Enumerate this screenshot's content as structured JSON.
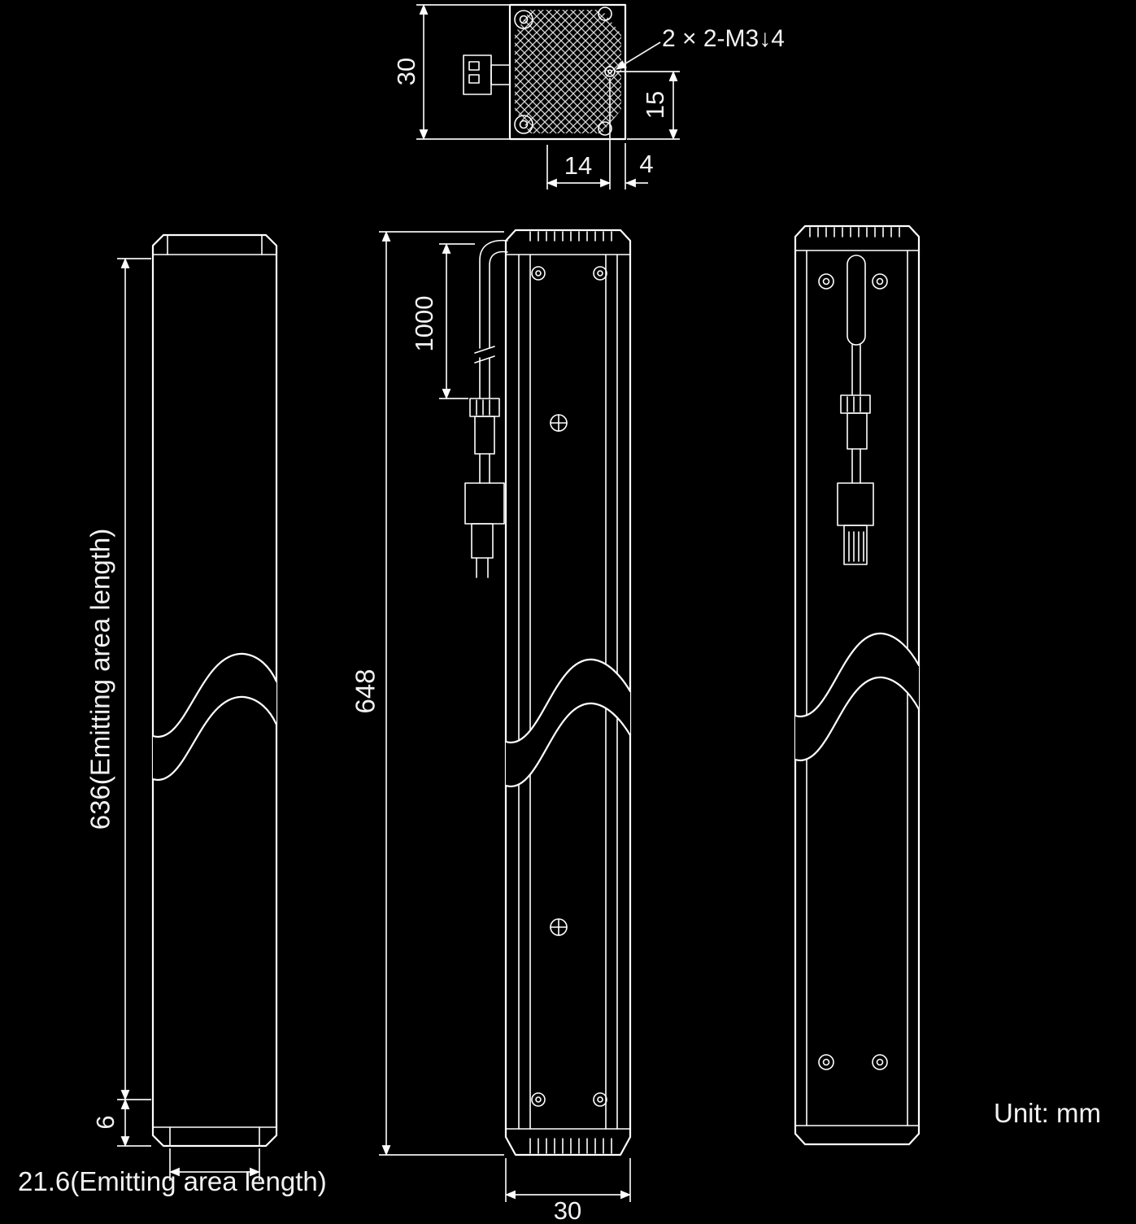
{
  "unit_note": "Unit: mm",
  "top_view": {
    "height": "30",
    "hole_callout": "2 × 2-M3↓4",
    "hole_to_bottom": "15",
    "hole_spacing": "14",
    "hole_to_edge": "4"
  },
  "front_view": {
    "emitting_length": "636(Emitting area length)",
    "end_margin": "6",
    "emitting_width": "21.6(Emitting area length)"
  },
  "side_view": {
    "cable_length": "1000",
    "total_length": "648",
    "width": "30"
  }
}
